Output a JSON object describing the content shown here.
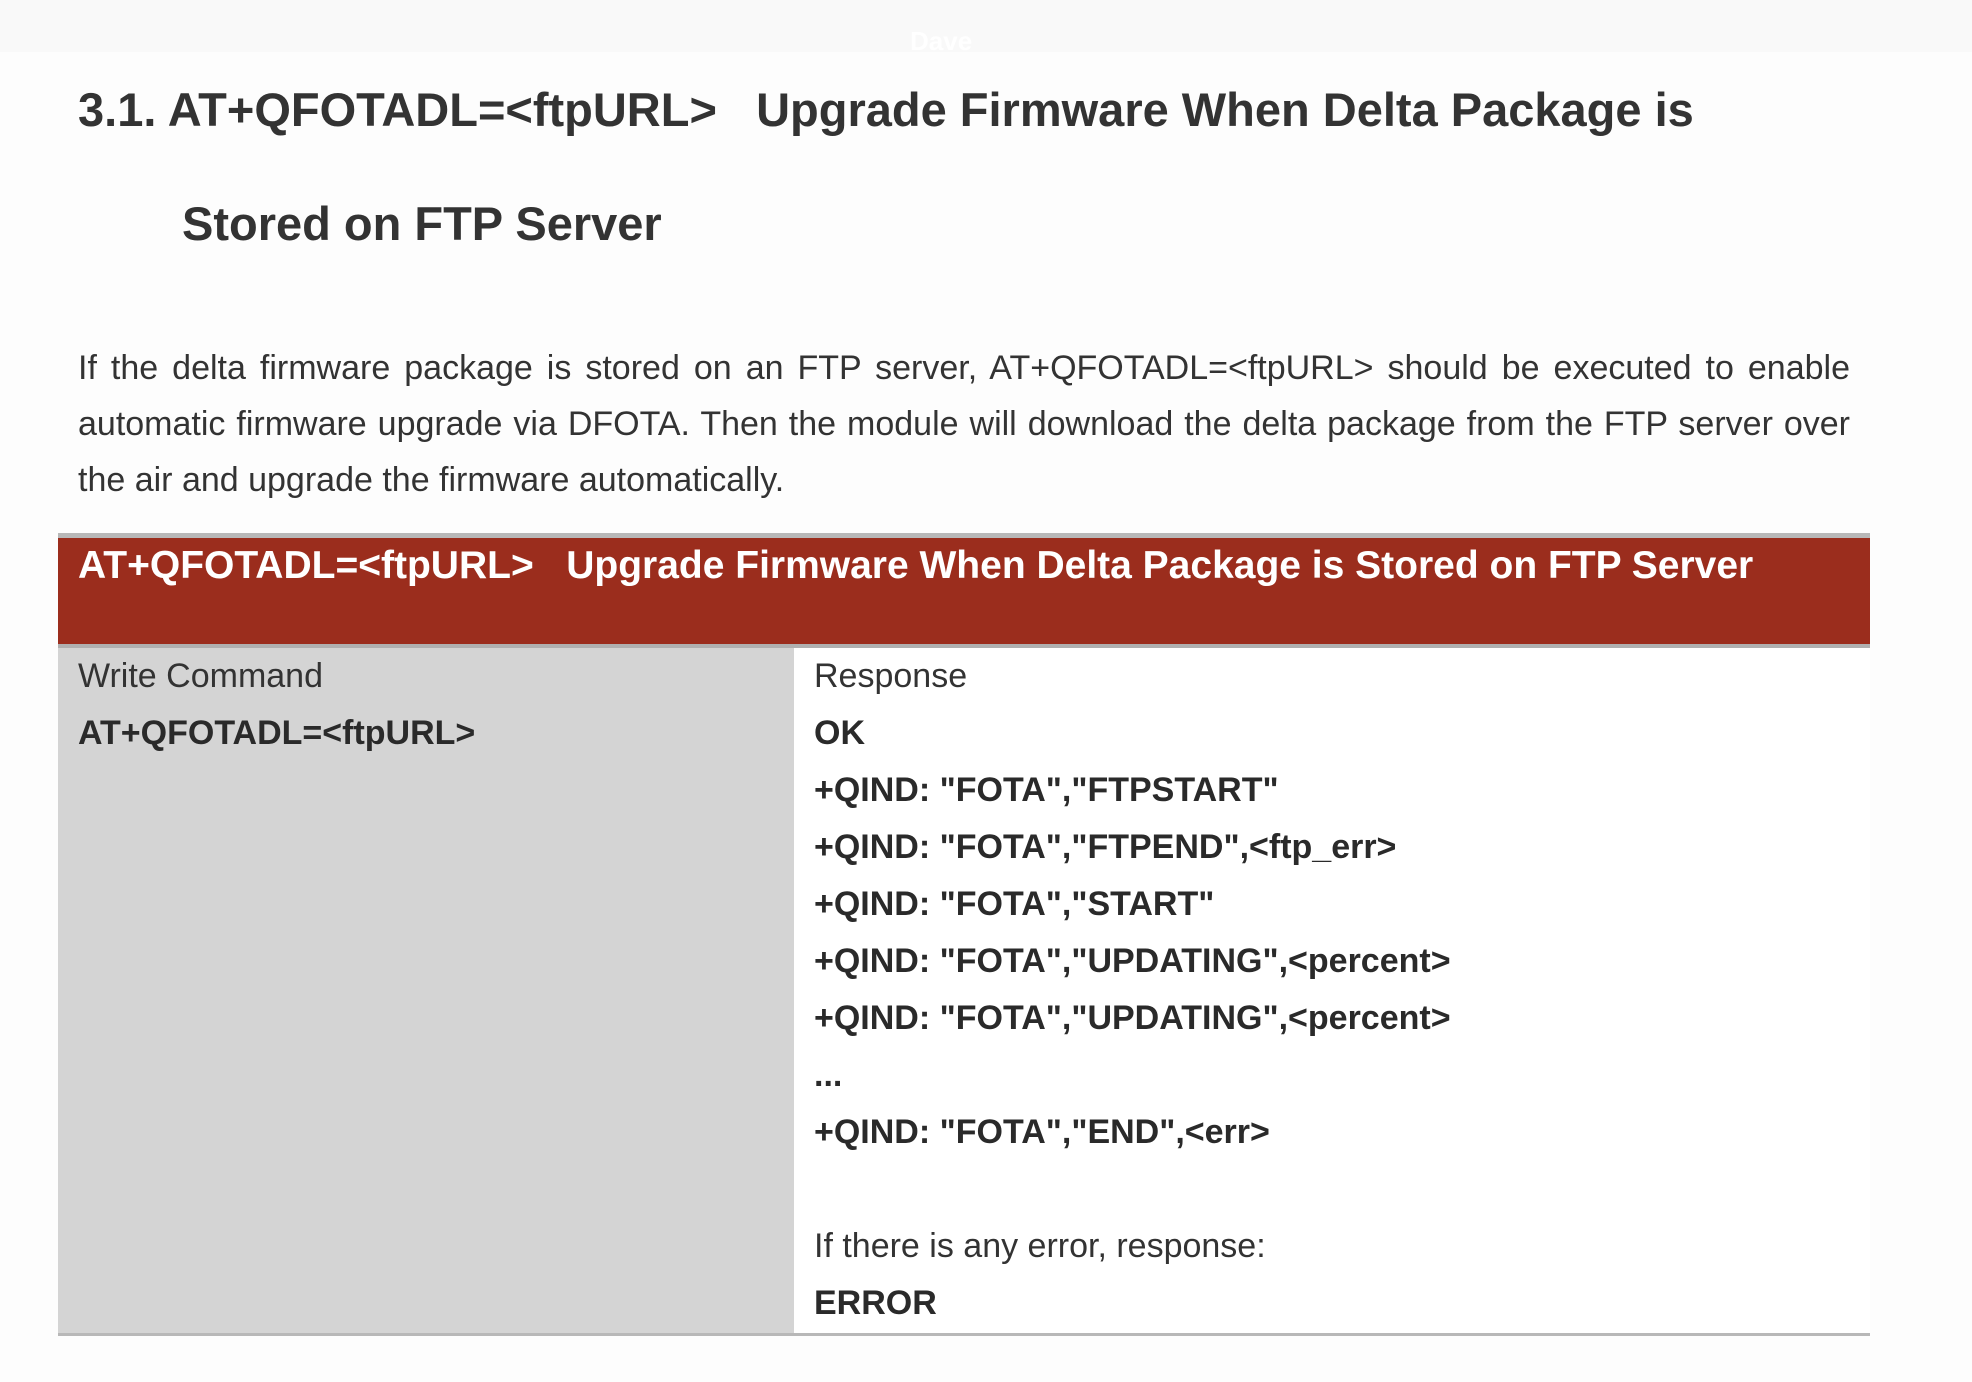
{
  "watermark": "Dave",
  "section": {
    "title_line1": "3.1. AT+QFOTADL=<ftpURL>   Upgrade Firmware When Delta Package is",
    "title_line2": "Stored on FTP Server",
    "paragraph": "If the delta firmware package is stored on an FTP server, AT+QFOTADL=<ftpURL> should be executed to enable automatic firmware upgrade via DFOTA. Then the module will download the delta package from the FTP server over the air and upgrade the firmware automatically."
  },
  "table": {
    "header": "AT+QFOTADL=<ftpURL>   Upgrade Firmware When Delta Package is Stored on FTP Server",
    "header_color": "#9b2d1d",
    "left_label": "Write Command",
    "left_command": "AT+QFOTADL=<ftpURL>",
    "right_label": "Response",
    "responses": [
      "OK",
      "+QIND: \"FOTA\",\"FTPSTART\"",
      "+QIND: \"FOTA\",\"FTPEND\",<ftp_err>",
      "+QIND: \"FOTA\",\"START\"",
      "+QIND: \"FOTA\",\"UPDATING\",<percent>",
      "+QIND: \"FOTA\",\"UPDATING\",<percent>",
      "...",
      "+QIND: \"FOTA\",\"END\",<err>"
    ],
    "error_note": "If there is any error, response:",
    "error_value": "ERROR"
  }
}
